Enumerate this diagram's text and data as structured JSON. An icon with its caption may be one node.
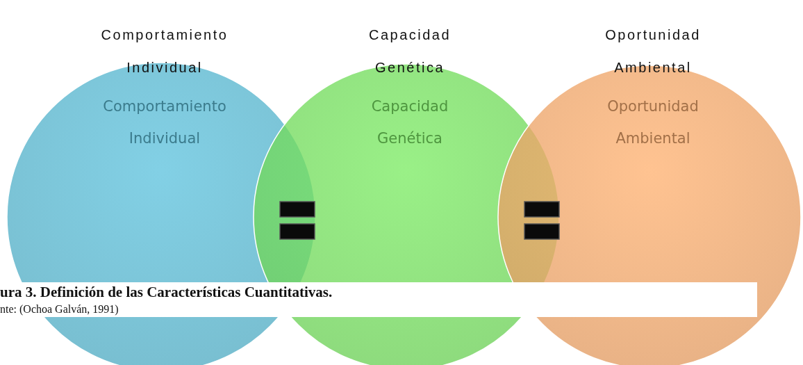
{
  "diagram": {
    "caption": "ura 3. Definición de las Características Cuantitativas.",
    "nodes": [
      {
        "text": [
          "Comportamiento Individual",
          "Comportamiento Individual"
        ]
      },
      {
        "text": [
          "Capacidad Genética",
          "Capacidad Genética"
        ]
      },
      {
        "text": [
          "Oportunidad Ambiental",
          "Oportunidad Ambiental"
        ]
      }
    ],
    "labels": [
      "nte: (Ochoa Galván, 1991)"
    ]
  }
}
